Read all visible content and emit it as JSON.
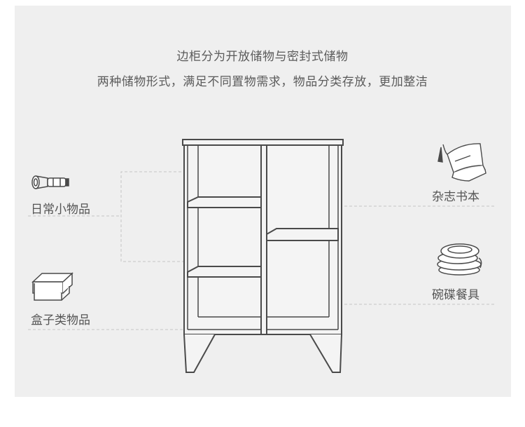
{
  "headline": {
    "line1": "边柜分为开放储物与密封式储物",
    "line2": "两种储物形式，满足不同置物需求，物品分类存放，更加整洁"
  },
  "categories": {
    "daily_items": "日常小物品",
    "box_items": "盒子类物品",
    "magazines_books": "杂志书本",
    "tableware": "碗碟餐具"
  },
  "colors": {
    "panel": "#efefef",
    "line_art": "#4a4a4a",
    "dash": "#c7c7c7",
    "text": "#5b5b5b"
  },
  "icons": [
    "flashlight-icon",
    "box-icon",
    "book-icon",
    "plates-icon"
  ]
}
